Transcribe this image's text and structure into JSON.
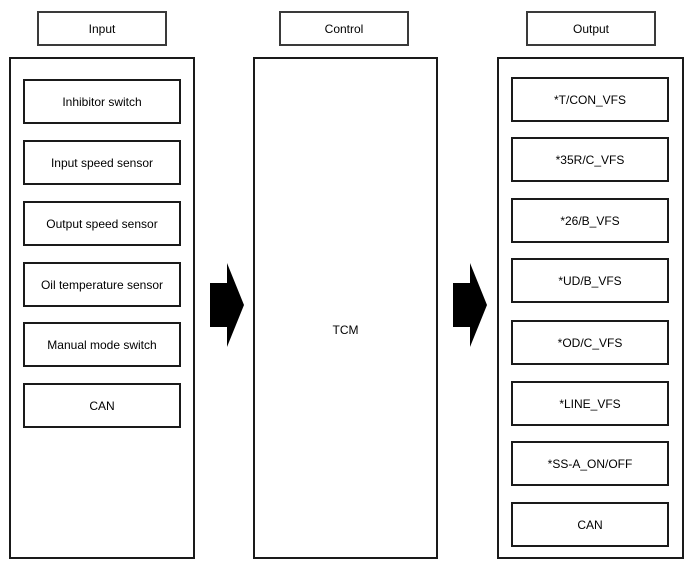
{
  "diagram": {
    "columns": [
      {
        "id": "input",
        "header": "Input",
        "items": [
          "Inhibitor switch",
          "Input speed sensor",
          "Output speed sensor",
          "Oil temperature sensor",
          "Manual mode switch",
          "CAN"
        ]
      },
      {
        "id": "control",
        "header": "Control",
        "items": [
          "TCM"
        ]
      },
      {
        "id": "output",
        "header": "Output",
        "items": [
          "*T/CON_VFS",
          "*35R/C_VFS",
          "*26/B_VFS",
          "*UD/B_VFS",
          "*OD/C_VFS",
          "*LINE_VFS",
          "*SS-A_ON/OFF",
          "CAN"
        ]
      }
    ],
    "arrows": [
      {
        "id": "input-to-control",
        "direction": "right"
      },
      {
        "id": "control-to-output",
        "direction": "right"
      }
    ],
    "colors": {
      "background": "#ffffff",
      "border": "#1a1a1a",
      "text": "#000000",
      "arrow": "#000000"
    }
  }
}
